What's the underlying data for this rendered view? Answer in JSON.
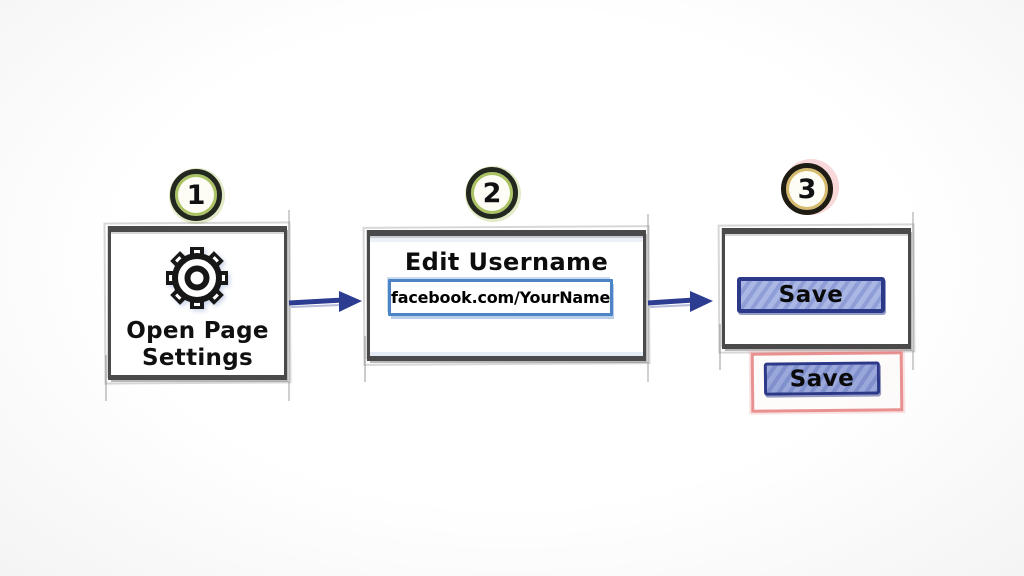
{
  "figure": {
    "type": "hand-drawn step diagram",
    "steps": [
      {
        "number": "1",
        "label_line1": "Open Page",
        "label_line2": "Settings",
        "icon": "gear-icon",
        "badge_accent": "#9eb94a"
      },
      {
        "number": "2",
        "title": "Edit Username",
        "input_value": "facebook.com/YourName",
        "input_border": "#4d84c6",
        "badge_accent": "#9eb94a"
      },
      {
        "number": "3",
        "button_label": "Save",
        "secondary_button_label": "Save",
        "badge_accent": "#d2b25e",
        "highlight_color": "#e47a7a"
      }
    ],
    "arrow_color": "#2c3c90",
    "button_fill": "#9dabde",
    "button_border": "#2b3988",
    "line_color": "#4a4a4a",
    "background": "#fafafa"
  }
}
